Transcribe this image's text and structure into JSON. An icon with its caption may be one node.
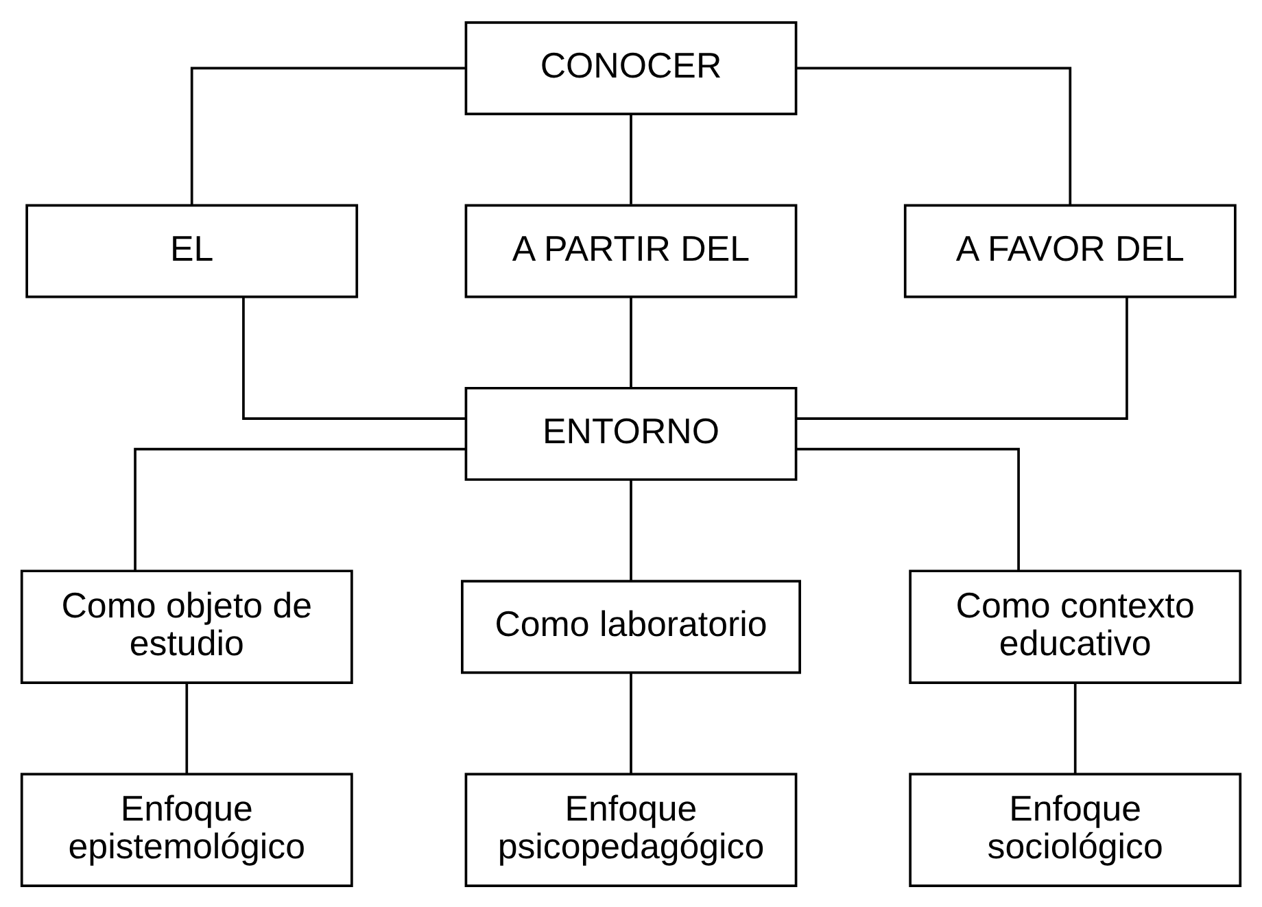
{
  "diagram": {
    "nodes": [
      {
        "text": [
          "CONOCER"
        ]
      },
      {
        "text": [
          "EL"
        ]
      },
      {
        "text": [
          "A PARTIR DEL"
        ]
      },
      {
        "text": [
          "A FAVOR DEL"
        ]
      },
      {
        "text": [
          "ENTORNO"
        ]
      },
      {
        "text": [
          "Como objeto de estudio"
        ]
      },
      {
        "text": [
          "Como laboratorio"
        ]
      },
      {
        "text": [
          "Como contexto educativo"
        ]
      },
      {
        "text": [
          "Enfoque epistemológico"
        ]
      },
      {
        "text": [
          "Enfoque psicopedagógico"
        ]
      },
      {
        "text": [
          "Enfoque sociológico"
        ]
      }
    ],
    "edges": [
      {
        "from": 0,
        "to": 1,
        "arrow": "none"
      },
      {
        "from": 0,
        "to": 2,
        "arrow": "none"
      },
      {
        "from": 0,
        "to": 3,
        "arrow": "none"
      },
      {
        "from": 1,
        "to": 4,
        "arrow": "none"
      },
      {
        "from": 2,
        "to": 4,
        "arrow": "none"
      },
      {
        "from": 3,
        "to": 4,
        "arrow": "none"
      },
      {
        "from": 4,
        "to": 5,
        "arrow": "none"
      },
      {
        "from": 4,
        "to": 6,
        "arrow": "none"
      },
      {
        "from": 4,
        "to": 7,
        "arrow": "none"
      },
      {
        "from": 5,
        "to": 8,
        "arrow": "none"
      },
      {
        "from": 6,
        "to": 9,
        "arrow": "none"
      },
      {
        "from": 7,
        "to": 10,
        "arrow": "none"
      }
    ]
  }
}
